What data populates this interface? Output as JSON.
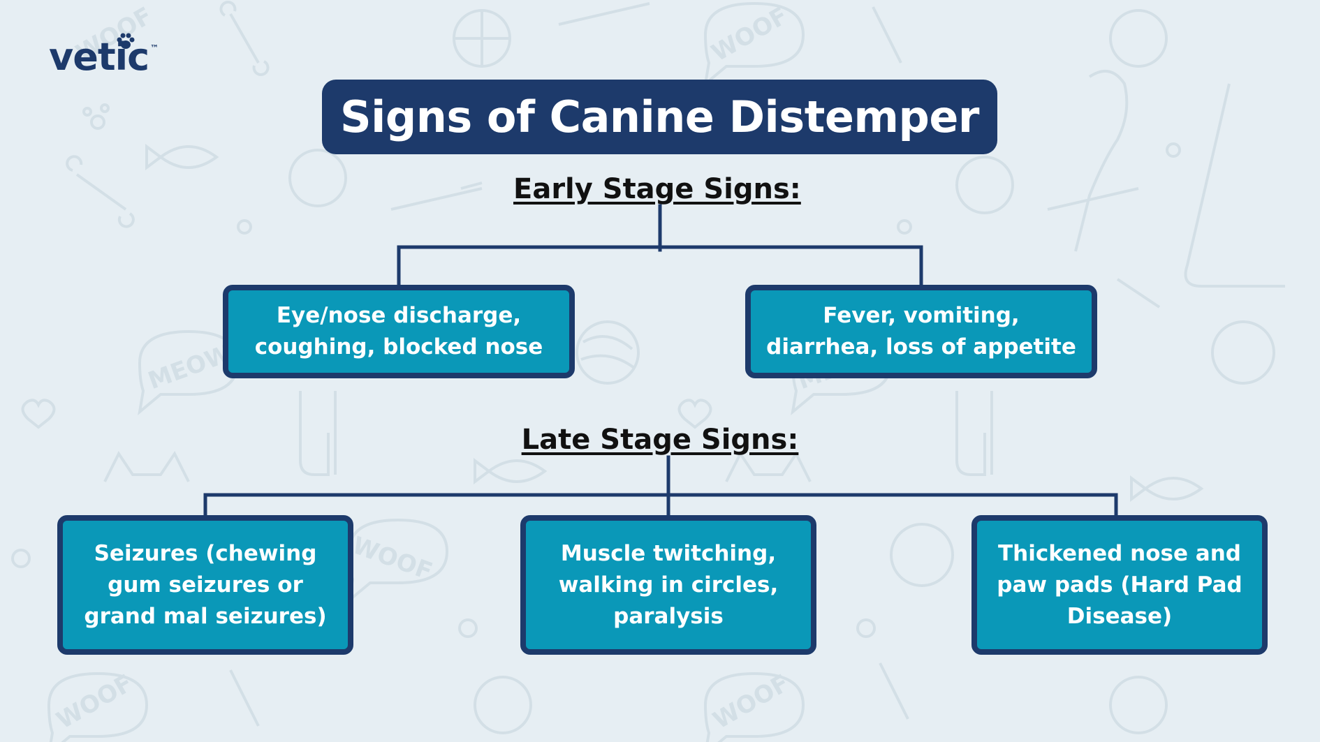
{
  "brand": {
    "logo_text": "vetic",
    "trademark": "™"
  },
  "colors": {
    "navy": "#1d3a6b",
    "teal": "#0a98b8",
    "background": "#e6eef3"
  },
  "title": "Signs of Canine Distemper",
  "early_stage": {
    "heading": "Early Stage Signs:",
    "signs": [
      "Eye/nose discharge, coughing, blocked nose",
      "Fever, vomiting, diarrhea, loss of appetite"
    ]
  },
  "late_stage": {
    "heading": "Late Stage Signs:",
    "signs": [
      "Seizures (chewing gum seizures or grand mal seizures)",
      "Muscle twitching, walking in circles, paralysis",
      "Thickened nose and paw pads (Hard Pad Disease)"
    ]
  },
  "background_pattern": {
    "icons": [
      "bone-icon",
      "ball-icon",
      "paw-icon",
      "fish-icon",
      "yarn-icon",
      "heart-icon",
      "cat-icon",
      "dog-icon",
      "bird-icon",
      "toothbrush-icon"
    ],
    "words": [
      "WOOF",
      "MEOW"
    ]
  }
}
